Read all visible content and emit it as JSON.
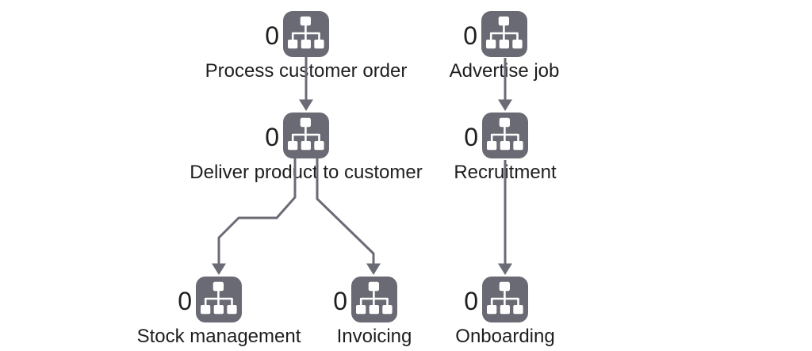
{
  "diagram": {
    "type": "process-hierarchy",
    "icon": "org-chart-icon",
    "nodes": [
      {
        "label": "Process customer order",
        "count": "0"
      },
      {
        "label": "Deliver product to customer",
        "count": "0"
      },
      {
        "label": "Stock management",
        "count": "0"
      },
      {
        "label": "Invoicing",
        "count": "0"
      },
      {
        "label": "Advertise job",
        "count": "0"
      },
      {
        "label": "Recruitment",
        "count": "0"
      },
      {
        "label": "Onboarding",
        "count": "0"
      }
    ],
    "edges": [
      {
        "from": "Process customer order",
        "to": "Deliver product to customer"
      },
      {
        "from": "Deliver product to customer",
        "to": "Stock management"
      },
      {
        "from": "Deliver product to customer",
        "to": "Invoicing"
      },
      {
        "from": "Advertise job",
        "to": "Recruitment"
      },
      {
        "from": "Recruitment",
        "to": "Onboarding"
      }
    ]
  },
  "colors": {
    "icon_fill": "#6a6a75",
    "icon_glyph": "#ffffff",
    "connector": "#6b6b76",
    "text": "#1e1e1e",
    "background": "#ffffff"
  }
}
